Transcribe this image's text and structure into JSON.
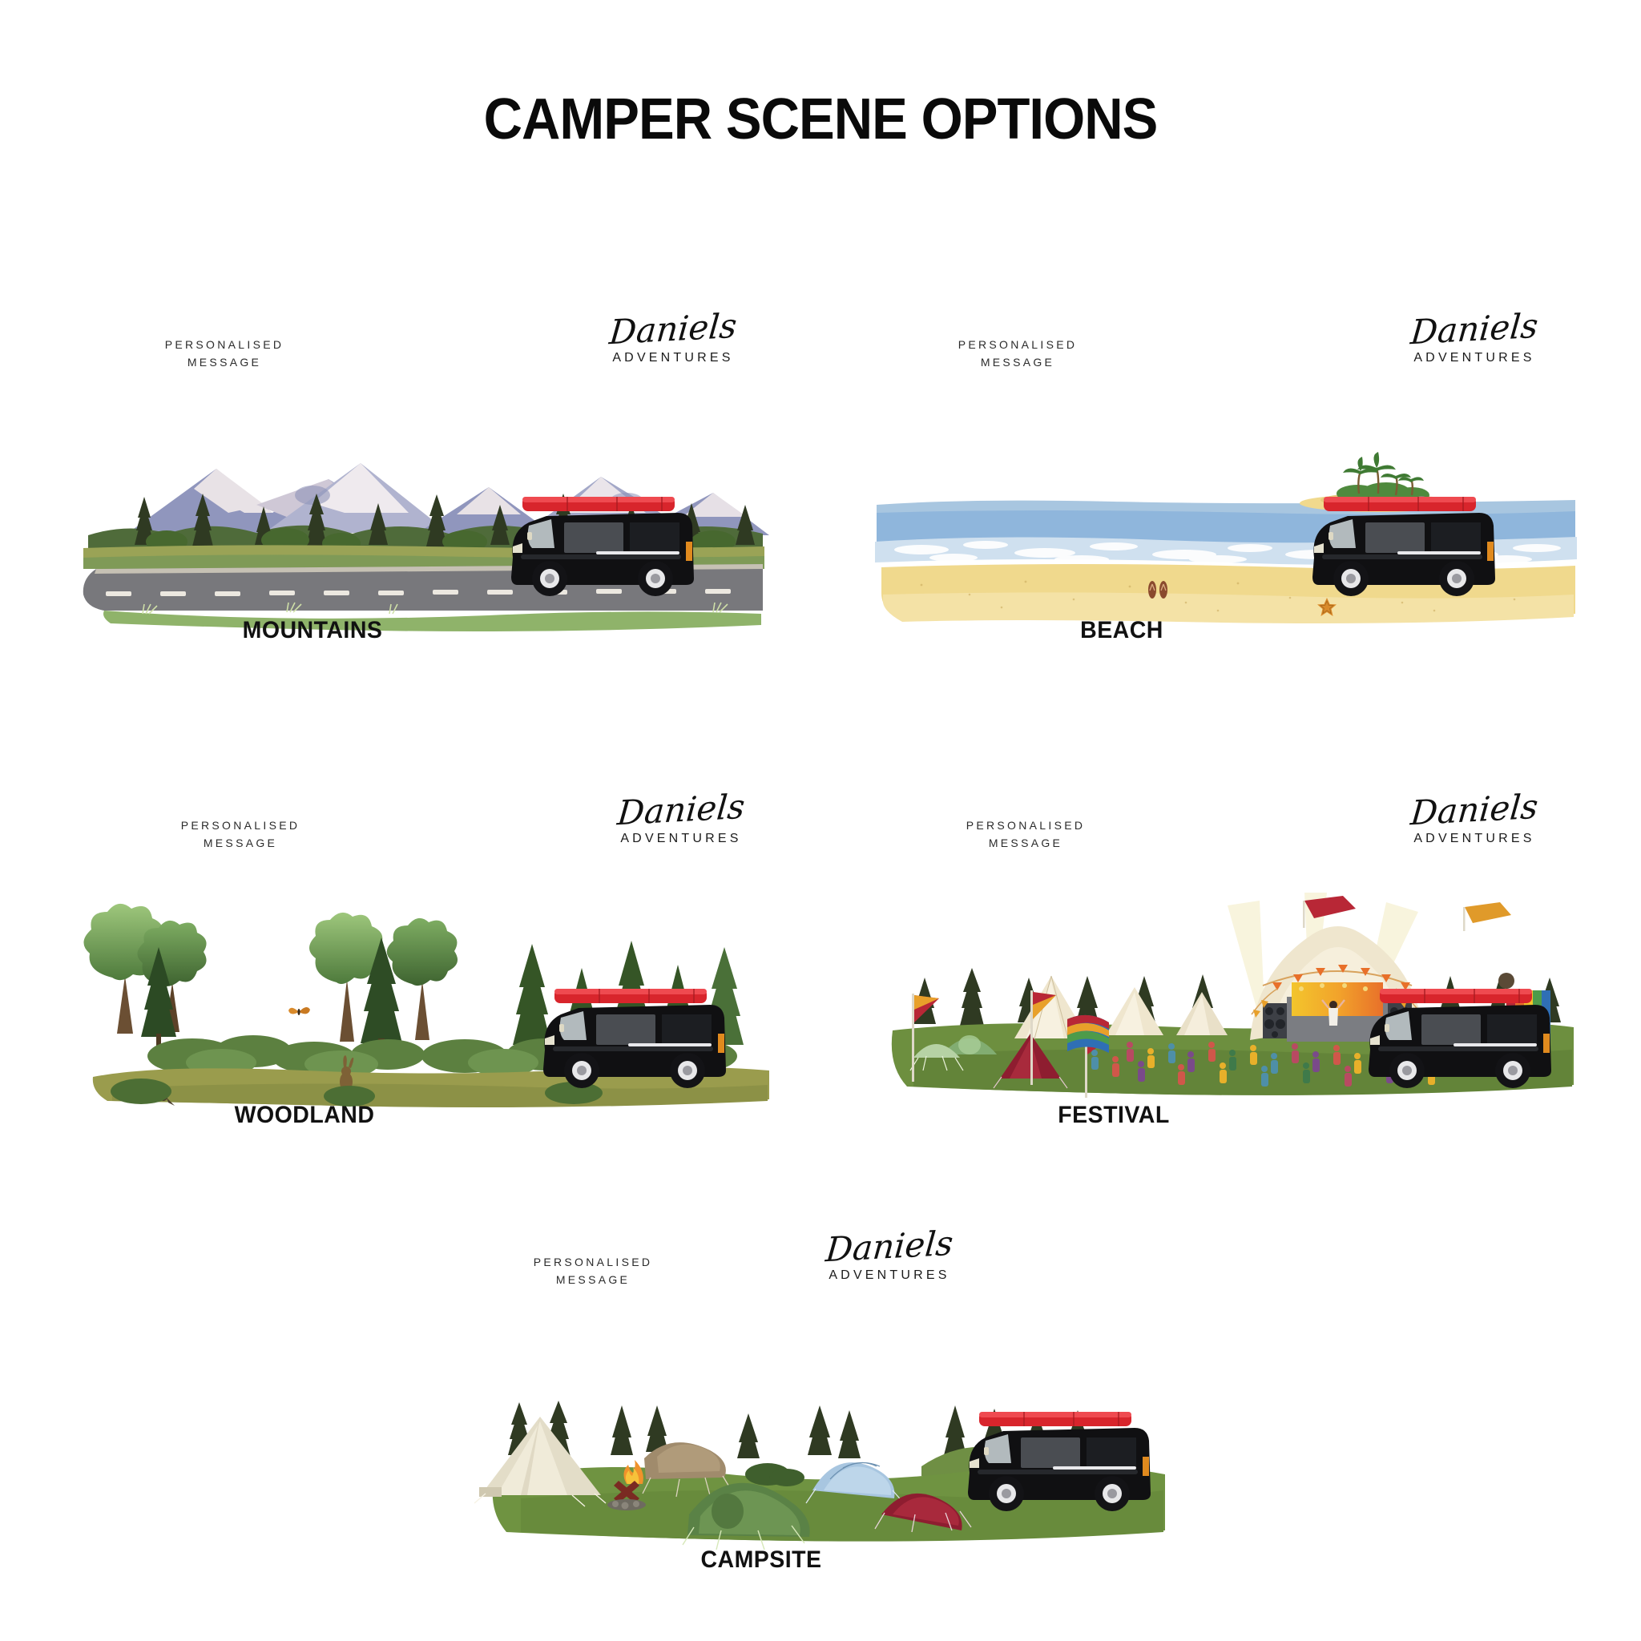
{
  "page": {
    "title": "CAMPER SCENE OPTIONS",
    "background": "#ffffff"
  },
  "common": {
    "personalised_message": "PERSONALISED\nMESSAGE",
    "brand_script": "Daniels",
    "brand_sub": "ADVENTURES"
  },
  "palette": {
    "van_body": "#101012",
    "van_roofbox": "#d8252c",
    "van_window": "#4a4d52",
    "van_taillight": "#e08a1e",
    "road": "#78787c",
    "road_dash": "#ece8e0",
    "grass_mountain": "#8aa86a",
    "sand": "#f0d98d",
    "sea": "#8fb6dc",
    "foam": "#ffffff",
    "grass_festival": "#6d8f3f",
    "grass_campsite": "#6f9341",
    "grass_woodland": "#9a9c4d",
    "pine_dark": "#2f3a22",
    "mountain_rock": "#9096bd",
    "mountain_snow": "#e8e2e6",
    "text": "#111111"
  },
  "scenes": [
    {
      "id": "mountains",
      "label": "MOUNTAINS",
      "description": "Black camper van with red roof box driving on a grey road past snow-capped mountains and pine forest",
      "elements": [
        "road",
        "dashed-centre-line",
        "grass-verge",
        "pine-trees",
        "snow-capped-mountains",
        "camper-van"
      ]
    },
    {
      "id": "beach",
      "label": "BEACH",
      "description": "Black camper van parked on golden sand beside the sea with a palm tree island on the horizon",
      "elements": [
        "sand",
        "sea",
        "foam-waves",
        "palm-island",
        "flip-flops",
        "starfish",
        "camper-van"
      ]
    },
    {
      "id": "woodland",
      "label": "WOODLAND",
      "description": "Black camper van parked in a woodland clearing with mixed trees, bushes, a rabbit, a bird and a butterfly",
      "elements": [
        "deciduous-trees",
        "pine-trees",
        "bushes",
        "rabbit",
        "bird",
        "butterfly",
        "grass-clearing",
        "camper-van"
      ]
    },
    {
      "id": "festival",
      "label": "FESTIVAL",
      "description": "Black camper van at a music festival with a main stage, dancing crowd, bell tents and tall flags",
      "elements": [
        "main-stage",
        "crowd",
        "bell-tents",
        "dome-tents",
        "flags",
        "rainbow-flag",
        "pine-trees",
        "camper-van"
      ]
    },
    {
      "id": "campsite",
      "label": "CAMPSITE",
      "description": "Black camper van on a grassy campsite with a bell tent, campfire and several coloured tents",
      "elements": [
        "bell-tent",
        "campfire",
        "green-dome-tent",
        "blue-tent",
        "red-tent",
        "brown-tent",
        "pine-trees",
        "rolling-hills",
        "camper-van"
      ]
    }
  ]
}
